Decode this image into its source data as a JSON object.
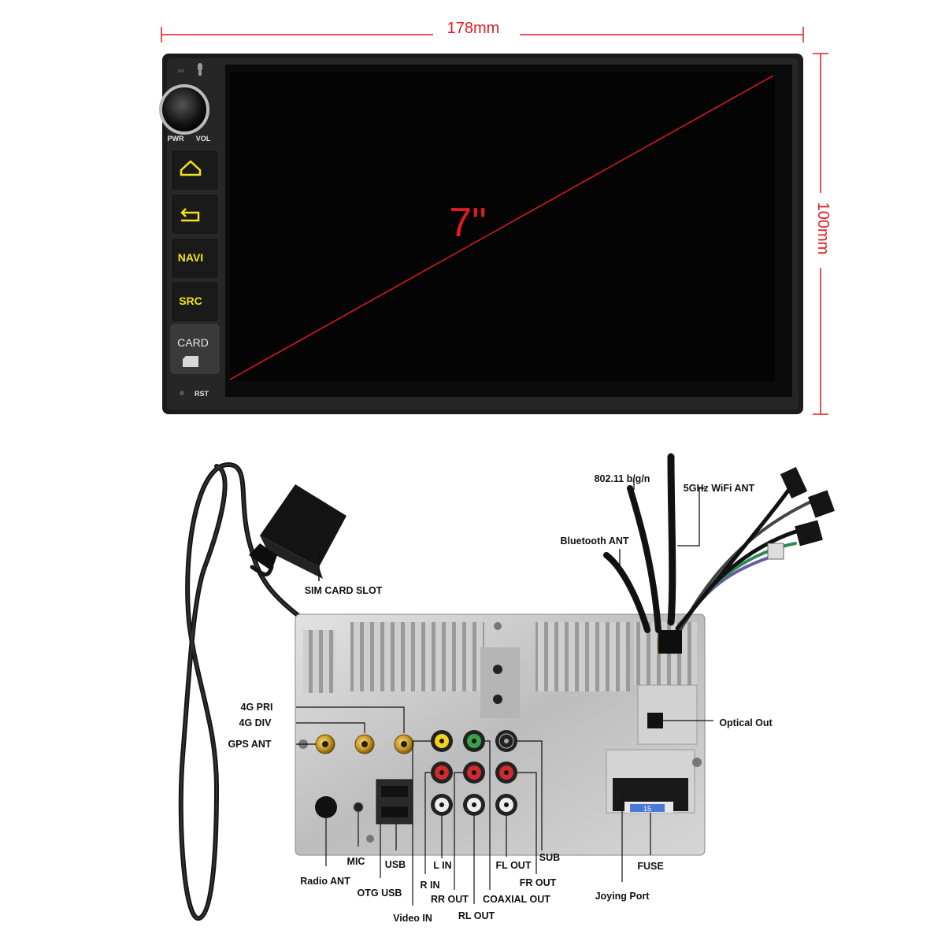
{
  "dimensions": {
    "width_label": "178mm",
    "height_label": "100mm",
    "screen_size": "7\""
  },
  "front_panel": {
    "knob_labels": [
      "PWR",
      "VOL"
    ],
    "buttons": [
      {
        "name": "home",
        "label": ""
      },
      {
        "name": "back",
        "label": ""
      },
      {
        "name": "navi",
        "label": "NAVI"
      },
      {
        "name": "src",
        "label": "SRC"
      },
      {
        "name": "card",
        "label": "CARD"
      }
    ],
    "reset_label": "RST"
  },
  "accessories": {
    "sim_card_slot": "SIM CARD SLOT",
    "wifi_standard": "802.11 b/g/n",
    "wifi_5ghz": "5GHz WiFi ANT",
    "bluetooth": "Bluetooth ANT"
  },
  "rear_ports": {
    "left": [
      "4G PRI",
      "4G DIV",
      "GPS ANT"
    ],
    "right": [
      "Optical Out",
      "FUSE",
      "Joying Port"
    ],
    "bottom": [
      "Radio ANT",
      "MIC",
      "USB",
      "OTG USB",
      "Video IN",
      "R IN",
      "L IN",
      "RR OUT",
      "RL OUT",
      "COAXIAL OUT",
      "FL OUT",
      "FR OUT",
      "SUB"
    ],
    "fuse_text": "15"
  },
  "colors": {
    "dimension_line": "#e11b22",
    "button_text": "#f2e21a",
    "chassis": "#c9c9c9"
  }
}
